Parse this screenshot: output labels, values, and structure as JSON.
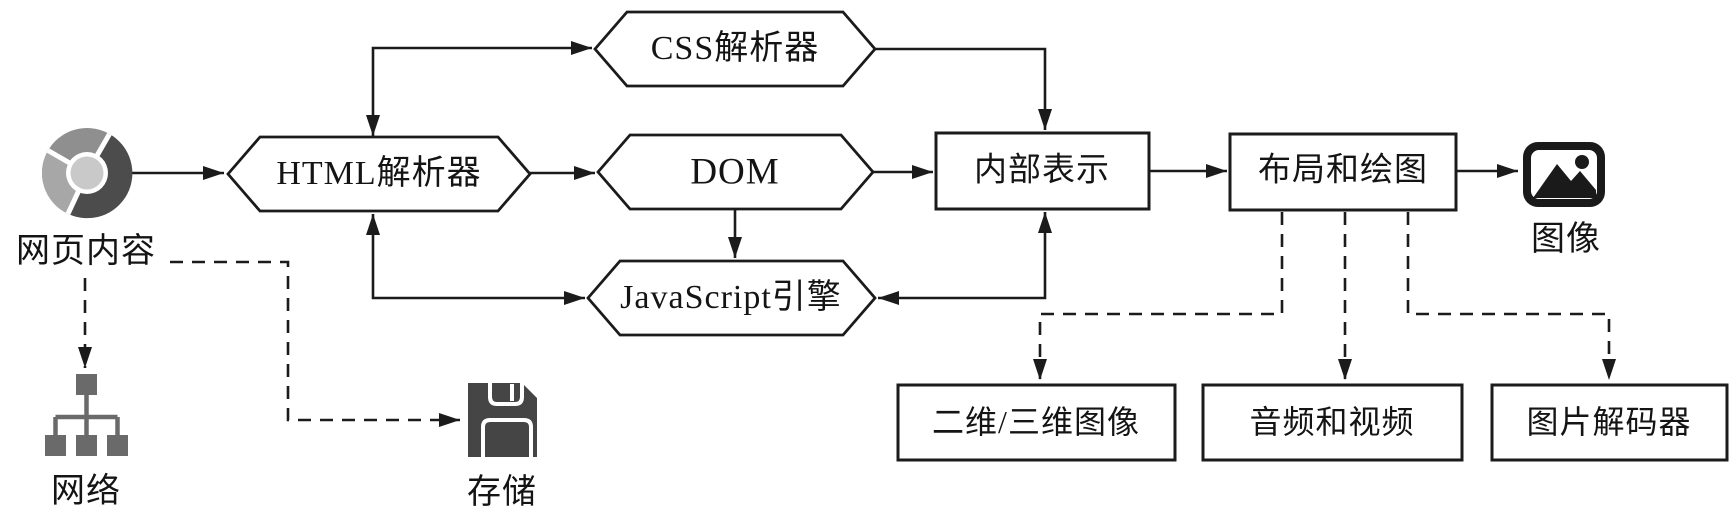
{
  "diagram": {
    "type": "browser-rendering-engine-architecture",
    "colors": {
      "line": "#1b1b1b",
      "shape_fill": "#ffffff",
      "text": "#141414",
      "chrome_top": "#8f8f8f",
      "chrome_right": "#4c4c4c",
      "chrome_bottomleft": "#a7a7a7",
      "chrome_center": "#c9c9c9",
      "network_icon": "#6a6a6a",
      "floppy_icon": "#454545",
      "image_icon": "#1a1a1a"
    },
    "nodes": {
      "web_content": {
        "label": "网页内容",
        "shape": "icon-chrome"
      },
      "html_parser": {
        "label": "HTML解析器",
        "shape": "hexagon"
      },
      "css_parser": {
        "label": "CSS解析器",
        "shape": "hexagon"
      },
      "dom": {
        "label": "DOM",
        "shape": "hexagon"
      },
      "js_engine": {
        "label": "JavaScript引擎",
        "shape": "hexagon"
      },
      "internal_repr": {
        "label": "内部表示",
        "shape": "rect"
      },
      "layout_paint": {
        "label": "布局和绘图",
        "shape": "rect"
      },
      "image_output": {
        "label": "图像",
        "shape": "icon-picture"
      },
      "network": {
        "label": "网络",
        "shape": "icon-network-tree"
      },
      "storage": {
        "label": "存储",
        "shape": "icon-floppy-disk"
      },
      "graphics_2d3d": {
        "label": "二维/三维图像",
        "shape": "rect"
      },
      "audio_video": {
        "label": "音频和视频",
        "shape": "rect"
      },
      "image_decoder": {
        "label": "图片解码器",
        "shape": "rect"
      }
    },
    "edges": [
      {
        "from": "web_content",
        "to": "html_parser",
        "style": "solid",
        "direction": "one-way"
      },
      {
        "from": "html_parser",
        "to": "css_parser",
        "style": "solid",
        "direction": "two-way"
      },
      {
        "from": "html_parser",
        "to": "dom",
        "style": "solid",
        "direction": "one-way"
      },
      {
        "from": "css_parser",
        "to": "internal_repr",
        "style": "solid",
        "direction": "one-way"
      },
      {
        "from": "dom",
        "to": "internal_repr",
        "style": "solid",
        "direction": "one-way"
      },
      {
        "from": "dom",
        "to": "js_engine",
        "style": "solid",
        "direction": "one-way"
      },
      {
        "from": "html_parser",
        "to": "js_engine",
        "style": "solid",
        "direction": "two-way"
      },
      {
        "from": "js_engine",
        "to": "internal_repr",
        "style": "solid",
        "direction": "two-way"
      },
      {
        "from": "internal_repr",
        "to": "layout_paint",
        "style": "solid",
        "direction": "one-way"
      },
      {
        "from": "layout_paint",
        "to": "image_output",
        "style": "solid",
        "direction": "one-way"
      },
      {
        "from": "web_content",
        "to": "network",
        "style": "dashed",
        "direction": "one-way"
      },
      {
        "from": "web_content",
        "to": "storage",
        "style": "dashed",
        "direction": "one-way"
      },
      {
        "from": "layout_paint",
        "to": "graphics_2d3d",
        "style": "dashed",
        "direction": "one-way"
      },
      {
        "from": "layout_paint",
        "to": "audio_video",
        "style": "dashed",
        "direction": "one-way"
      },
      {
        "from": "layout_paint",
        "to": "image_decoder",
        "style": "dashed",
        "direction": "one-way"
      }
    ]
  }
}
